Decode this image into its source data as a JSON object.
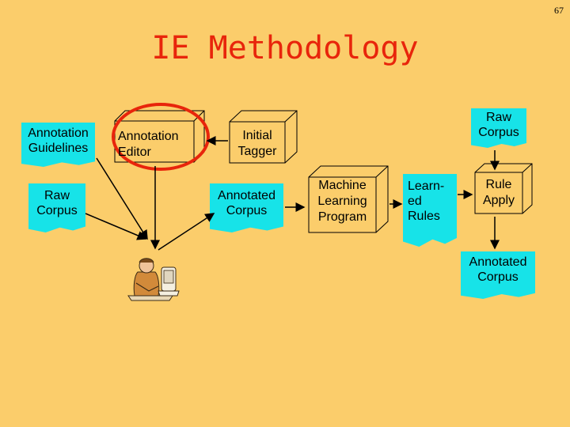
{
  "page_number": "67",
  "title": "IE Methodology",
  "nodes": {
    "annotation_guidelines": "Annotation\nGuidelines",
    "raw_corpus_left": "Raw\nCorpus",
    "annotation_editor": "Annotation\nEditor",
    "initial_tagger": "Initial\nTagger",
    "annotated_corpus_mid": "Annotated\nCorpus",
    "machine_learning_program": "Machine\nLearning\nProgram",
    "learned_rules": "Learn-\ned\nRules",
    "raw_corpus_right": "Raw\nCorpus",
    "rule_apply": "Rule\nApply",
    "annotated_corpus_right": "Annotated\nCorpus"
  },
  "colors": {
    "background": "#fbcd6b",
    "title": "#e8250b",
    "document": "#17e3e8",
    "highlight_circle": "#e8250b"
  },
  "icons": {
    "annotator": "person-at-desk-icon"
  }
}
